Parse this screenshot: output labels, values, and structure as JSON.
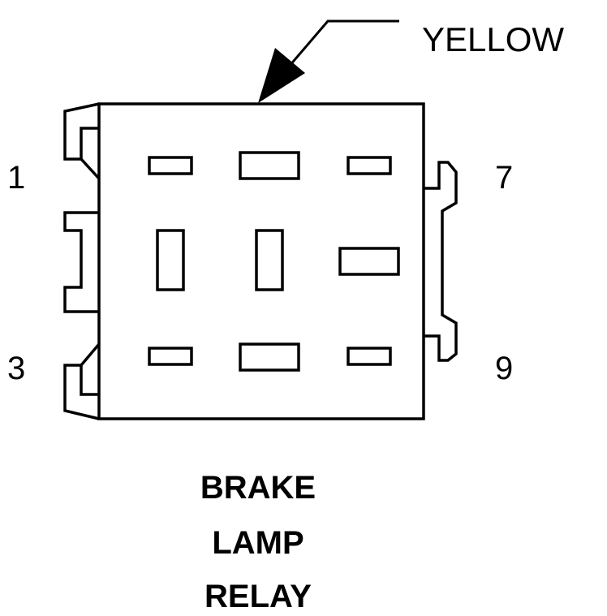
{
  "connector": {
    "color_label": "YELLOW",
    "pin_labels": {
      "top_left": "1",
      "bottom_left": "3",
      "top_right": "7",
      "bottom_right": "9"
    },
    "cavities": 9
  },
  "caption": {
    "line1": "BRAKE",
    "line2": "LAMP",
    "line3": "RELAY"
  },
  "colors": {
    "line": "#000000",
    "background": "#ffffff"
  }
}
